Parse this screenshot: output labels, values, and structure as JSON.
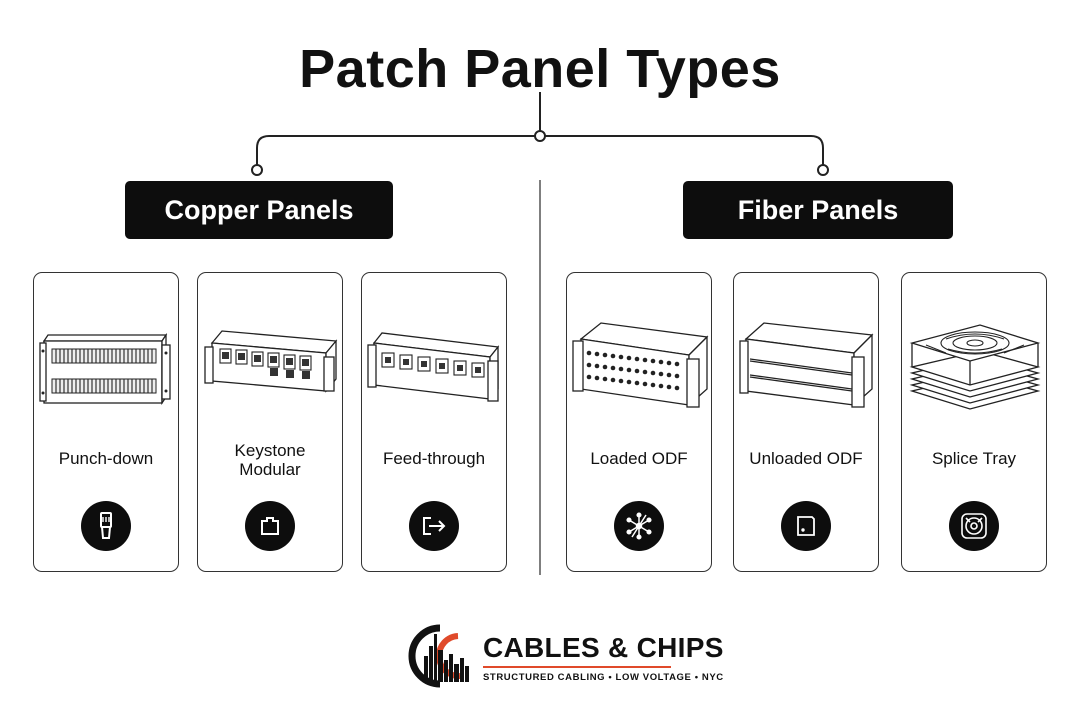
{
  "title": "Patch Panel Types",
  "groups": [
    {
      "label": "Copper Panels",
      "items": [
        {
          "label": "Punch-down",
          "icon": "ethernet-plug-icon"
        },
        {
          "label": "Keystone\nModular",
          "icon": "keystone-jack-icon"
        },
        {
          "label": "Feed-through",
          "icon": "feed-through-arrow-icon"
        }
      ]
    },
    {
      "label": "Fiber Panels",
      "items": [
        {
          "label": "Loaded ODF",
          "icon": "fiber-hub-icon"
        },
        {
          "label": "Unloaded ODF",
          "icon": "empty-panel-icon"
        },
        {
          "label": "Splice Tray",
          "icon": "splice-reel-icon"
        }
      ]
    }
  ],
  "brand": {
    "name": "CABLES & CHIPS",
    "tagline": "STRUCTURED CABLING • LOW VOLTAGE • NYC",
    "accent": "#e04a2a"
  },
  "colors": {
    "ink": "#0d0d0d",
    "background": "#ffffff"
  }
}
